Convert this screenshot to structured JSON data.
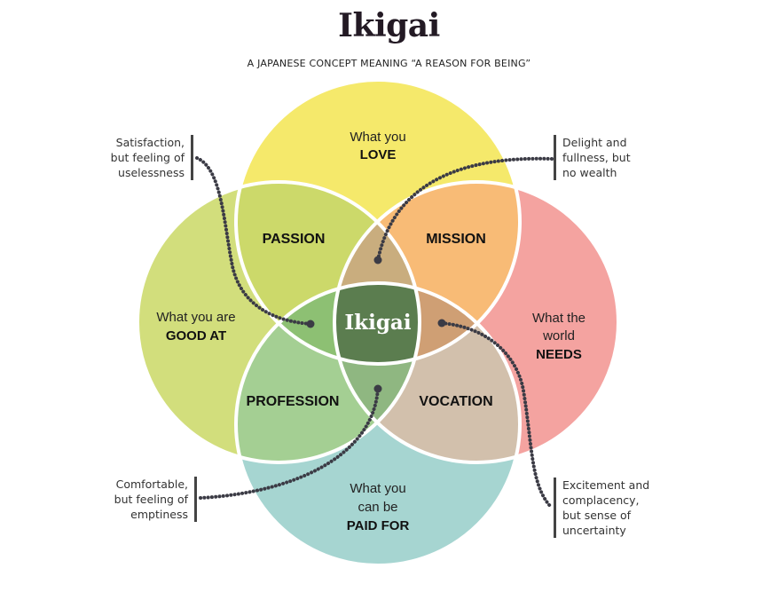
{
  "title": "Ikigai",
  "subtitle": "A JAPANESE CONCEPT MEANING “A REASON FOR BEING”",
  "circles": {
    "love": {
      "line1": "What you",
      "line2": "LOVE",
      "color": "#f5e96b"
    },
    "good_at": {
      "line1": "What you are",
      "line2": "GOOD AT",
      "color": "#d2de7c"
    },
    "world_needs": {
      "line1": "What the",
      "line2": "world",
      "line3": "NEEDS",
      "color": "#f4a3a0"
    },
    "paid_for": {
      "line1": "What you",
      "line2": "can be",
      "line3": "PAID FOR",
      "color": "#a6d5d1"
    }
  },
  "regions": {
    "passion": {
      "label": "PASSION",
      "color": "#ccd96a"
    },
    "mission": {
      "label": "MISSION",
      "color": "#f8bb76"
    },
    "profession": {
      "label": "PROFESSION",
      "color": "#a4cf93"
    },
    "vocation": {
      "label": "VOCATION",
      "color": "#d2c0ac"
    },
    "love_needs_good_top": {
      "color": "#c9ad7e"
    },
    "good_love_paid_left": {
      "color": "#8dc073"
    },
    "love_needs_paid_right": {
      "color": "#cf9f74"
    },
    "good_paid_needs_bottom": {
      "color": "#8fb781"
    },
    "ikigai": {
      "label": "Ikigai",
      "color": "#5b7d4f"
    }
  },
  "notes": {
    "top_left": [
      "Satisfaction,",
      "but feeling of",
      "uselessness"
    ],
    "top_right": [
      "Delight and",
      "fullness, but",
      "no wealth"
    ],
    "bottom_left": [
      "Comfortable,",
      "but feeling of",
      "emptiness"
    ],
    "bottom_right": [
      "Excitement and",
      "complacency,",
      "but sense of",
      "uncertainty"
    ]
  }
}
